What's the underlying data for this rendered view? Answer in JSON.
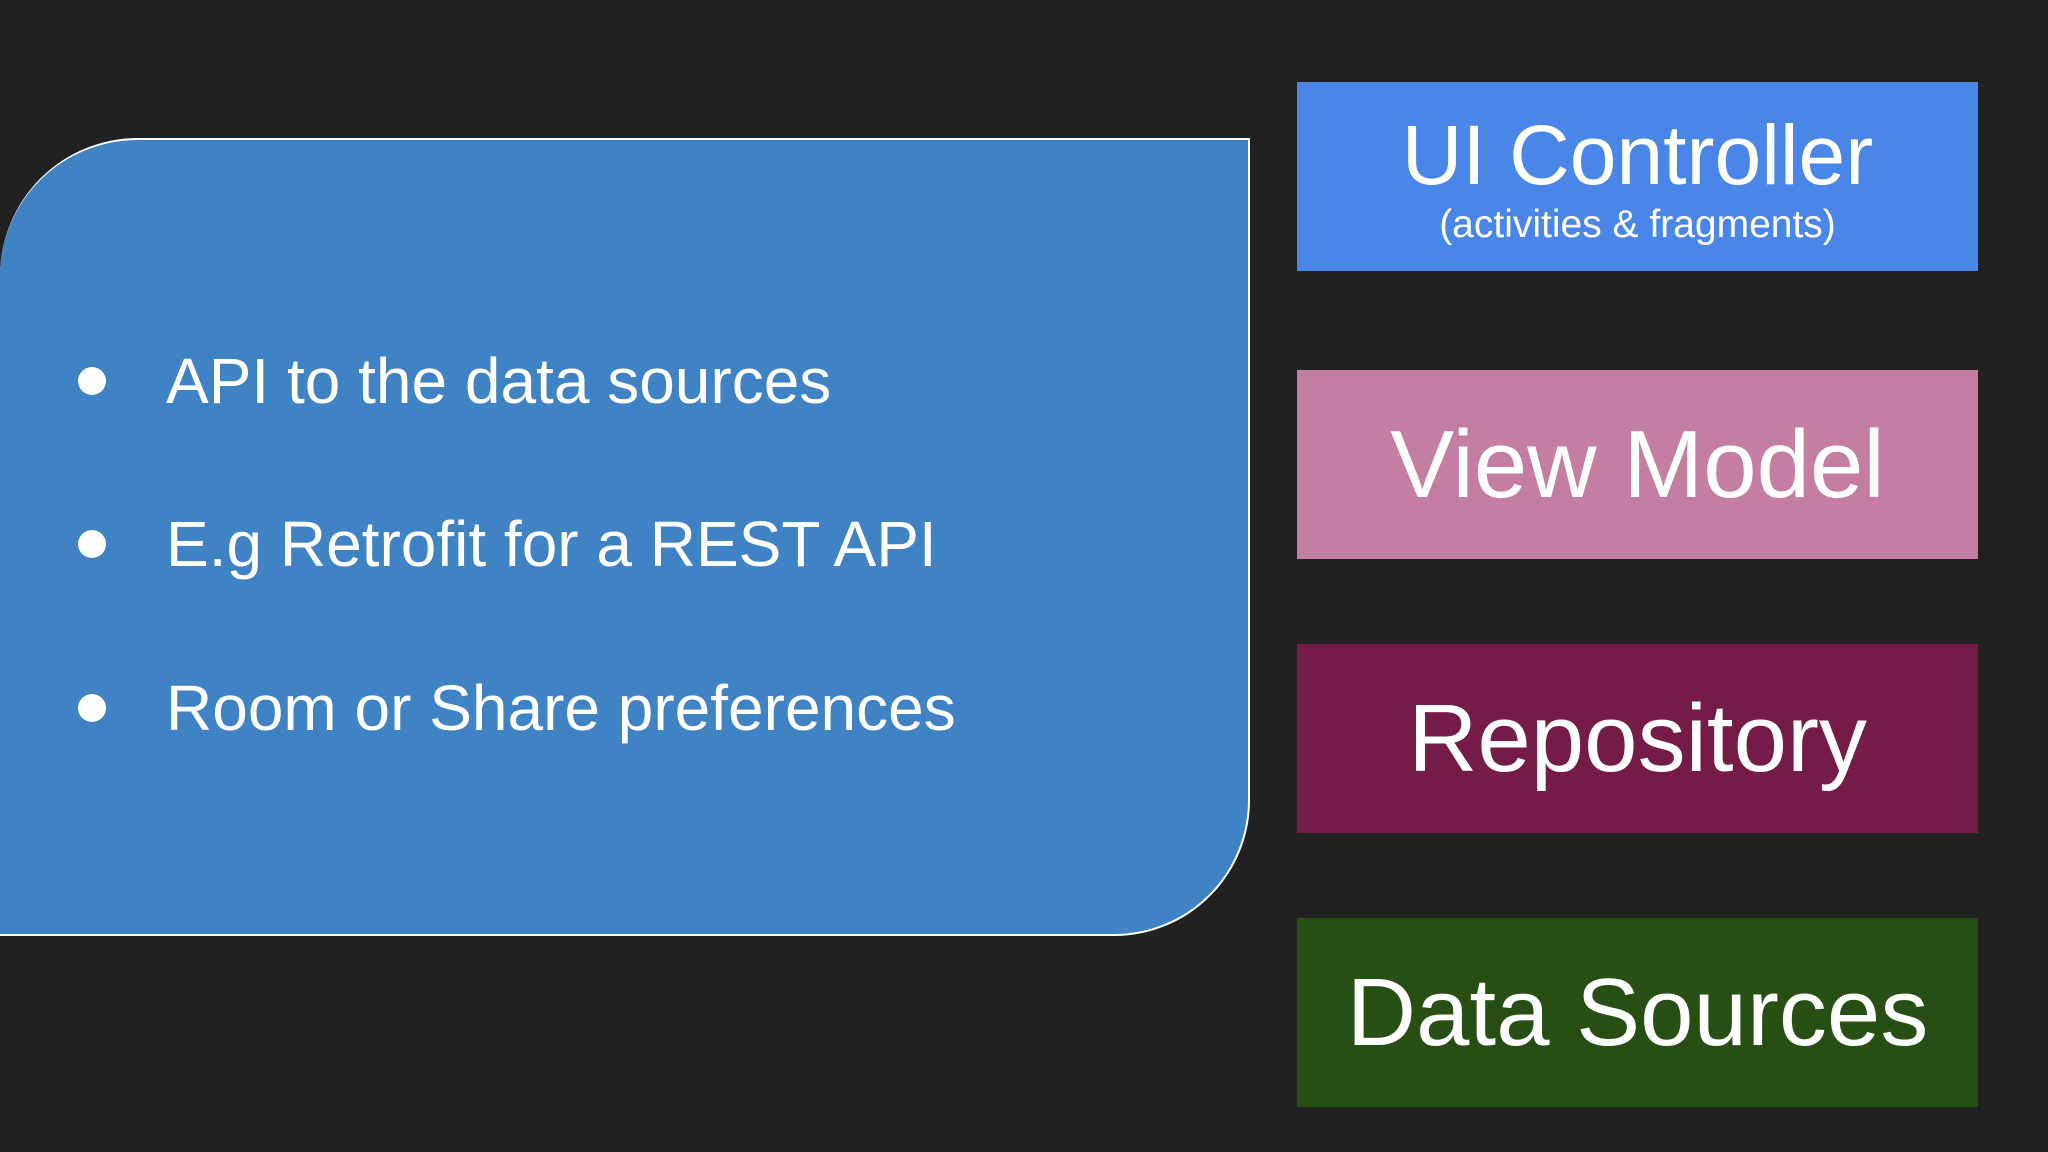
{
  "callout": {
    "color": "#3f83c5",
    "bullets": [
      {
        "text": "API to the data sources"
      },
      {
        "text": "E.g Retrofit for a REST API"
      },
      {
        "text": "Room or Share preferences"
      }
    ]
  },
  "layers": [
    {
      "title": "UI Controller",
      "subtitle": "(activities & fragments)",
      "color": "#4a86e8"
    },
    {
      "title": "View Model",
      "color": "#c47ea2"
    },
    {
      "title": "Repository",
      "color": "#741b47"
    },
    {
      "title": "Data Sources",
      "color": "#274e13"
    }
  ]
}
